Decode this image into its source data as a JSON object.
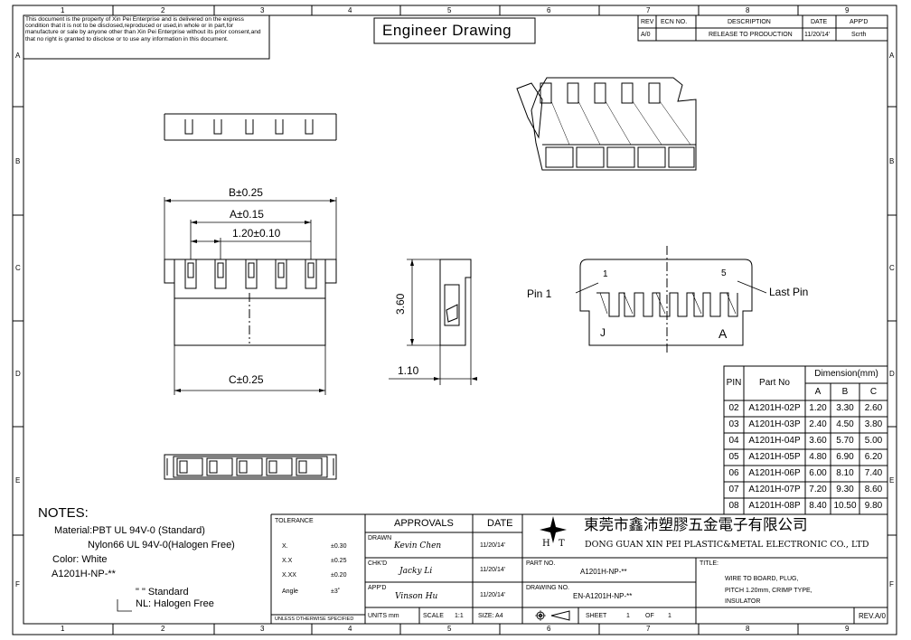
{
  "border": {
    "cols": [
      "1",
      "2",
      "3",
      "4",
      "5",
      "6",
      "7",
      "8",
      "9"
    ],
    "rows": [
      "A",
      "B",
      "C",
      "D",
      "E",
      "F"
    ]
  },
  "header": {
    "title": "Engineer Drawing",
    "notice": "This document is the property of Xin Pei Enterprise and is delivered on the express condition that it is not to be disclosed,reproduced or used,in whole or in part,for manufacture or sale by anyone other than Xin Pei Enterprise without its prior consent,and that no right is granted to disclose or to use any information in this document."
  },
  "revision": {
    "headers": [
      "REV",
      "ECN NO.",
      "DESCRIPTION",
      "DATE",
      "APP'D"
    ],
    "row": [
      "A/0",
      "",
      "RELEASE TO PRODUCTION",
      "11/20/14'",
      "Scrth"
    ]
  },
  "dimensions": {
    "b": "B±0.25",
    "a": "A±0.15",
    "pitch": "1.20±0.10",
    "c": "C±0.25",
    "height": "3.60",
    "width": "1.10"
  },
  "pin_labels": {
    "pin1": "Pin 1",
    "last": "Last Pin",
    "num1": "1",
    "num5": "5",
    "j": "J",
    "a": "A"
  },
  "dim_table": {
    "h_pin": "PIN",
    "h_part": "Part No",
    "h_dim": "Dimension(mm)",
    "h_a": "A",
    "h_b": "B",
    "h_c": "C",
    "rows": [
      [
        "02",
        "A1201H-02P",
        "1.20",
        "3.30",
        "2.60"
      ],
      [
        "03",
        "A1201H-03P",
        "2.40",
        "4.50",
        "3.80"
      ],
      [
        "04",
        "A1201H-04P",
        "3.60",
        "5.70",
        "5.00"
      ],
      [
        "05",
        "A1201H-05P",
        "4.80",
        "6.90",
        "6.20"
      ],
      [
        "06",
        "A1201H-06P",
        "6.00",
        "8.10",
        "7.40"
      ],
      [
        "07",
        "A1201H-07P",
        "7.20",
        "9.30",
        "8.60"
      ],
      [
        "08",
        "A1201H-08P",
        "8.40",
        "10.50",
        "9.80"
      ]
    ]
  },
  "notes": {
    "title": "NOTES:",
    "material1": "Material:PBT UL 94V-0 (Standard)",
    "material2": "Nylon66 UL 94V-0(Halogen Free)",
    "color": "Color: White",
    "part": "A1201H-NP-**",
    "std_quote": "\"      \" Standard",
    "nl": "NL: Halogen Free"
  },
  "tolerance": {
    "title": "TOLERANCE",
    "rows": [
      [
        "X.",
        "±0.30"
      ],
      [
        "X.X",
        "±0.25"
      ],
      [
        "X.XX",
        "±0.20"
      ],
      [
        "Angle",
        "±3˚"
      ]
    ],
    "footer": "UNLESS OTHERWISE SPECIFIED"
  },
  "approvals": {
    "title": "APPROVALS",
    "date_title": "DATE",
    "drawn_label": "DRAWN",
    "drawn_name": "Kevin Chen",
    "drawn_date": "11/20/14'",
    "chkd_label": "CHK'D",
    "chkd_name": "Jacky Li",
    "chkd_date": "11/20/14'",
    "appd_label": "APP'D",
    "appd_name": "Vinson Hu",
    "appd_date": "11/20/14'"
  },
  "company": {
    "cn": "東莞市鑫沛塑膠五金電子有限公司",
    "en": "DONG GUAN XIN PEI PLASTIC&METAL ELECTRONIC CO., LTD",
    "logo_left": "H",
    "logo_right": "T"
  },
  "part_info": {
    "part_label": "PART NO.",
    "part_no": "A1201H-NP-**",
    "drawing_label": "DRAWING NO.",
    "drawing_no": "EN-A1201H-NP-**",
    "title_label": "TITLE:",
    "title_lines": [
      "WIRE TO BOARD, PLUG,",
      "PITCH 1.20mm, CRIMP TYPE,",
      "INSULATOR"
    ]
  },
  "footer": {
    "units": "UNITS mm",
    "scale_label": "SCALE",
    "scale": "1:1",
    "size": "SIZE: A4",
    "sheet_label": "SHEET",
    "sheet": "1",
    "of_label": "OF",
    "of": "1",
    "rev": "REV.A/0"
  }
}
